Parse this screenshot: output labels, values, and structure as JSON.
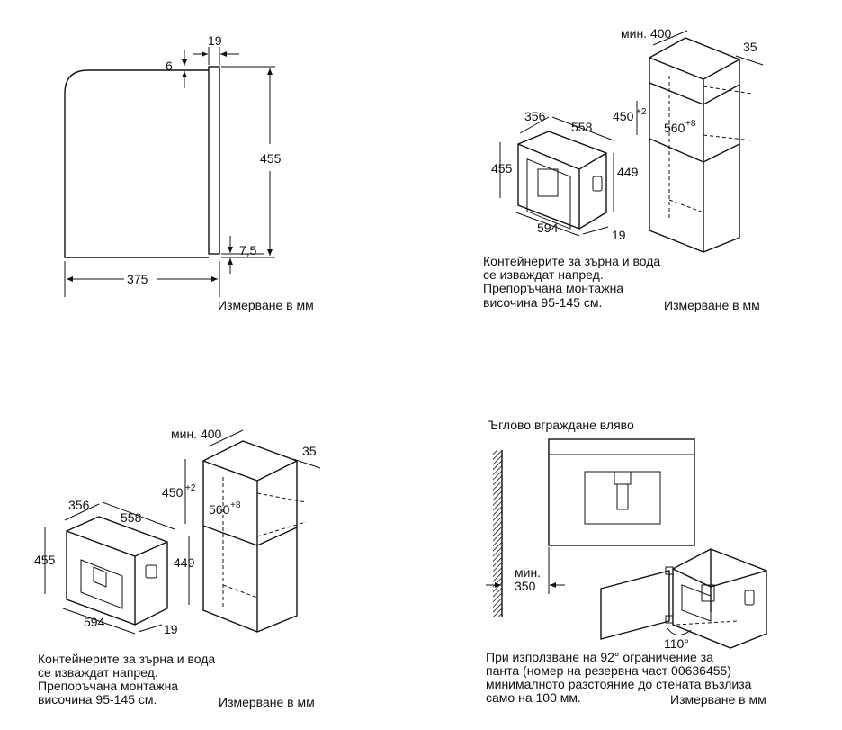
{
  "side": {
    "d19": "19",
    "d6": "6",
    "d455": "455",
    "d7_5": "7,5",
    "d375": "375",
    "unit": "Измерване в мм"
  },
  "tr": {
    "min400": "мин. 400",
    "d35": "35",
    "d450": "450",
    "sup2": "+2",
    "d560": "560",
    "sup8": "+8",
    "d356": "356",
    "d558": "558",
    "d455": "455",
    "d449": "449",
    "d594": "594",
    "d19": "19",
    "note1": "Контейнерите за зърна и вода",
    "note2": "се изваждат напред.",
    "note3": "Препоръчана монтажна",
    "note4": "височина 95-145 см.",
    "unit": "Измерване в мм"
  },
  "bl": {
    "min400": "мин. 400",
    "d35": "35",
    "d450": "450",
    "sup2": "+2",
    "d560": "560",
    "sup8": "+8",
    "d356": "356",
    "d558": "558",
    "d455": "455",
    "d449": "449",
    "d594": "594",
    "d19": "19",
    "note1": "Контейнерите за зърна и вода",
    "note2": "се изваждат напред.",
    "note3": "Препоръчана монтажна",
    "note4": "височина 95-145 см.",
    "unit": "Измерване в мм"
  },
  "br": {
    "title": "Ъглово вграждане вляво",
    "min": "мин.",
    "d350": "350",
    "angle": "110°",
    "note1": "При използване на 92° ограничение за",
    "note2": "панта (номер на резервна част 00636455)",
    "note3": "минималното разстояние до стената възлиза",
    "note4": "само на 100 мм.",
    "unit": "Измерване в мм"
  }
}
